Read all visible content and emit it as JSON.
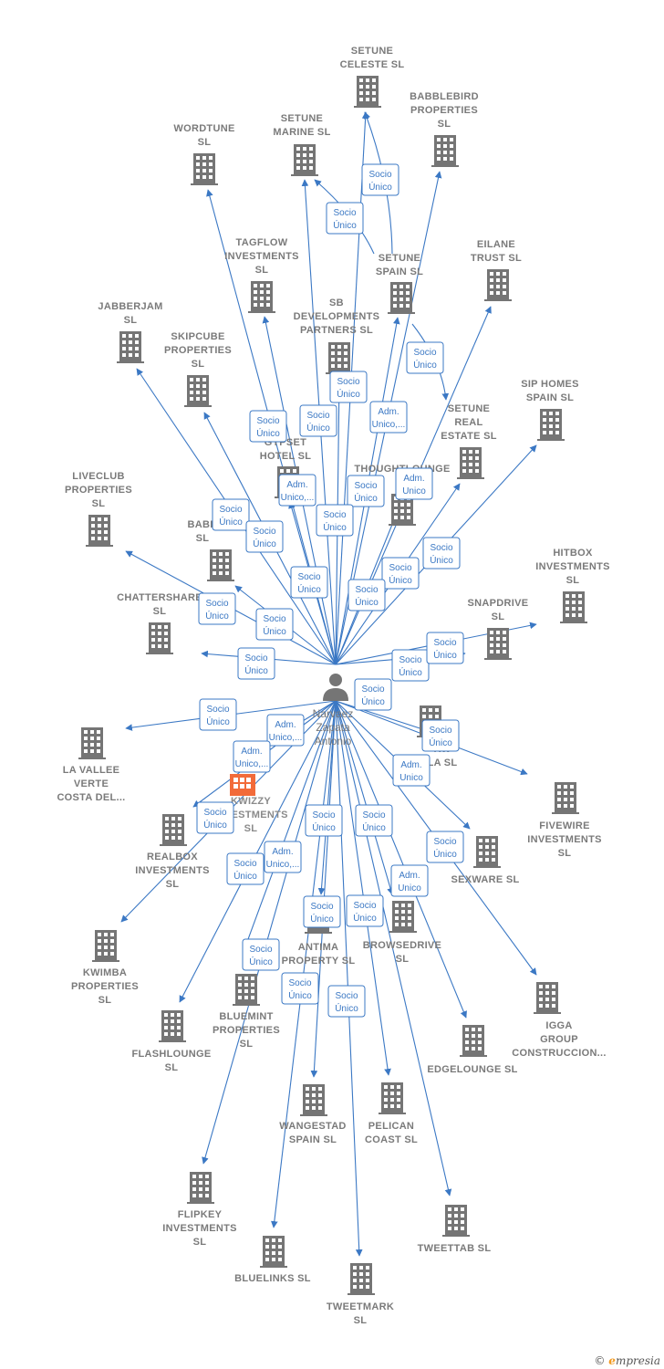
{
  "colors": {
    "edge": "#3b78c4",
    "building": "#757575",
    "focus_building": "#f26b3a",
    "label": "#7a7a7a"
  },
  "person": {
    "name_lines": [
      "Narvaez",
      "Zapata",
      "Antonio"
    ],
    "icon": "person-icon"
  },
  "nodes": [
    {
      "id": "setune-celeste",
      "lines": [
        "SETUNE",
        "CELESTE  SL"
      ]
    },
    {
      "id": "babblebird",
      "lines": [
        "BABBLEBIRD",
        "PROPERTIES",
        "SL"
      ]
    },
    {
      "id": "wordtune",
      "lines": [
        "WORDTUNE",
        "SL"
      ]
    },
    {
      "id": "setune-marine",
      "lines": [
        "SETUNE",
        "MARINE  SL"
      ]
    },
    {
      "id": "tagflow",
      "lines": [
        "TAGFLOW",
        "INVESTMENTS",
        "SL"
      ]
    },
    {
      "id": "setune-spain",
      "lines": [
        "SETUNE",
        "SPAIN  SL"
      ]
    },
    {
      "id": "eilane",
      "lines": [
        "EILANE",
        "TRUST  SL"
      ]
    },
    {
      "id": "jabberjam",
      "lines": [
        "JABBERJAM",
        "SL"
      ]
    },
    {
      "id": "sb-developments",
      "lines": [
        "SB",
        "DEVELOPMENTS",
        "PARTNERS  SL"
      ]
    },
    {
      "id": "skipcube",
      "lines": [
        "SKIPCUBE",
        "PROPERTIES",
        "SL"
      ]
    },
    {
      "id": "setune-real-estate",
      "lines": [
        "SETUNE",
        "REAL",
        "ESTATE  SL"
      ]
    },
    {
      "id": "sip-homes",
      "lines": [
        "SIP HOMES",
        "SPAIN  SL"
      ]
    },
    {
      "id": "gypset",
      "lines": [
        "GYPSET",
        "HOTEL  SL"
      ]
    },
    {
      "id": "thoughtlounge",
      "lines": [
        "THOUGHTLOUNGE"
      ]
    },
    {
      "id": "liveclub",
      "lines": [
        "LIVECLUB",
        "PROPERTIES",
        "SL"
      ]
    },
    {
      "id": "babb",
      "lines": [
        "BABB",
        "SL"
      ]
    },
    {
      "id": "hitbox",
      "lines": [
        "HITBOX",
        "INVESTMENTS",
        "SL"
      ]
    },
    {
      "id": "chattershare",
      "lines": [
        "CHATTERSHARE",
        "SL"
      ]
    },
    {
      "id": "snapdrive",
      "lines": [
        "SNAPDRIVE",
        "SL"
      ]
    },
    {
      "id": "la-vallee",
      "lines": [
        "LA VALLEE",
        "VERTE",
        "COSTA DEL..."
      ]
    },
    {
      "id": "kwizzy",
      "lines": [
        "KWIZZY",
        "INVESTMENTS",
        "SL"
      ]
    },
    {
      "id": "kwla",
      "lines": [
        "KW",
        "LA  SL"
      ]
    },
    {
      "id": "fivewire",
      "lines": [
        "FIVEWIRE",
        "INVESTMENTS",
        "SL"
      ]
    },
    {
      "id": "realbox",
      "lines": [
        "REALBOX",
        "INVESTMENTS",
        "SL"
      ]
    },
    {
      "id": "sexware",
      "lines": [
        "SEXWARE  SL"
      ]
    },
    {
      "id": "kwimba",
      "lines": [
        "KWIMBA",
        "PROPERTIES",
        "SL"
      ]
    },
    {
      "id": "antima",
      "lines": [
        "ANTIMA",
        "PROPERTY  SL"
      ]
    },
    {
      "id": "browsedrive",
      "lines": [
        "BROWSEDRIVE",
        "SL"
      ]
    },
    {
      "id": "igga",
      "lines": [
        "IGGA",
        "GROUP",
        "CONSTRUCCION..."
      ]
    },
    {
      "id": "bluemint",
      "lines": [
        "BLUEMINT",
        "PROPERTIES",
        "SL"
      ]
    },
    {
      "id": "flashlounge",
      "lines": [
        "FLASHLOUNGE",
        "SL"
      ]
    },
    {
      "id": "edgelounge",
      "lines": [
        "EDGELOUNGE SL"
      ]
    },
    {
      "id": "wangestad",
      "lines": [
        "WANGESTAD",
        "SPAIN  SL"
      ]
    },
    {
      "id": "pelican",
      "lines": [
        "PELICAN",
        "COAST SL"
      ]
    },
    {
      "id": "flipkey",
      "lines": [
        "FLIPKEY",
        "INVESTMENTS",
        "SL"
      ]
    },
    {
      "id": "tweettab",
      "lines": [
        "TWEETTAB  SL"
      ]
    },
    {
      "id": "bluelinks",
      "lines": [
        "BLUELINKS  SL"
      ]
    },
    {
      "id": "tweetmark",
      "lines": [
        "TWEETMARK",
        "SL"
      ]
    }
  ],
  "relations": [
    {
      "lines": [
        "Socio",
        "Único"
      ]
    },
    {
      "lines": [
        "Socio",
        "Único"
      ]
    },
    {
      "lines": [
        "Socio",
        "Único"
      ]
    },
    {
      "lines": [
        "Socio",
        "Único"
      ]
    },
    {
      "lines": [
        "Adm.",
        "Unico,..."
      ]
    },
    {
      "lines": [
        "Socio",
        "Único"
      ]
    },
    {
      "lines": [
        "Socio",
        "Único"
      ]
    },
    {
      "lines": [
        "Adm.",
        "Unico,..."
      ]
    },
    {
      "lines": [
        "Socio",
        "Único"
      ]
    },
    {
      "lines": [
        "Adm.",
        "Unico"
      ]
    },
    {
      "lines": [
        "Socio",
        "Único"
      ]
    },
    {
      "lines": [
        "Socio",
        "Único"
      ]
    },
    {
      "lines": [
        "Socio",
        "Único"
      ]
    },
    {
      "lines": [
        "Socio",
        "Único"
      ]
    },
    {
      "lines": [
        "Socio",
        "Único"
      ]
    },
    {
      "lines": [
        "Socio",
        "Único"
      ]
    },
    {
      "lines": [
        "Socio",
        "Único"
      ]
    },
    {
      "lines": [
        "Socio",
        "Único"
      ]
    },
    {
      "lines": [
        "Socio",
        "Único"
      ]
    },
    {
      "lines": [
        "Socio",
        "Único"
      ]
    },
    {
      "lines": [
        "Socio",
        "Único"
      ]
    },
    {
      "lines": [
        "Socio",
        "Único"
      ]
    },
    {
      "lines": [
        "Socio",
        "Único"
      ]
    },
    {
      "lines": [
        "Adm.",
        "Unico,..."
      ]
    },
    {
      "lines": [
        "Adm.",
        "Unico,..."
      ]
    },
    {
      "lines": [
        "Socio",
        "Único"
      ]
    },
    {
      "lines": [
        "Adm.",
        "Unico"
      ]
    },
    {
      "lines": [
        "Socio",
        "Único"
      ]
    },
    {
      "lines": [
        "Socio",
        "Único"
      ]
    },
    {
      "lines": [
        "Socio",
        "Único"
      ]
    },
    {
      "lines": [
        "Adm.",
        "Unico,..."
      ]
    },
    {
      "lines": [
        "Socio",
        "Único"
      ]
    },
    {
      "lines": [
        "Socio",
        "Único"
      ]
    },
    {
      "lines": [
        "Socio",
        "Único"
      ]
    },
    {
      "lines": [
        "Adm.",
        "Unico"
      ]
    },
    {
      "lines": [
        "Socio",
        "Único"
      ]
    },
    {
      "lines": [
        "Socio",
        "Único"
      ]
    },
    {
      "lines": [
        "Socio",
        "Único"
      ]
    },
    {
      "lines": [
        "Socio",
        "Único"
      ]
    },
    {
      "lines": [
        "Socio",
        "Único"
      ]
    }
  ],
  "footer": {
    "copyright": "©",
    "brand_initial": "e",
    "brand_rest": "mpresia"
  }
}
